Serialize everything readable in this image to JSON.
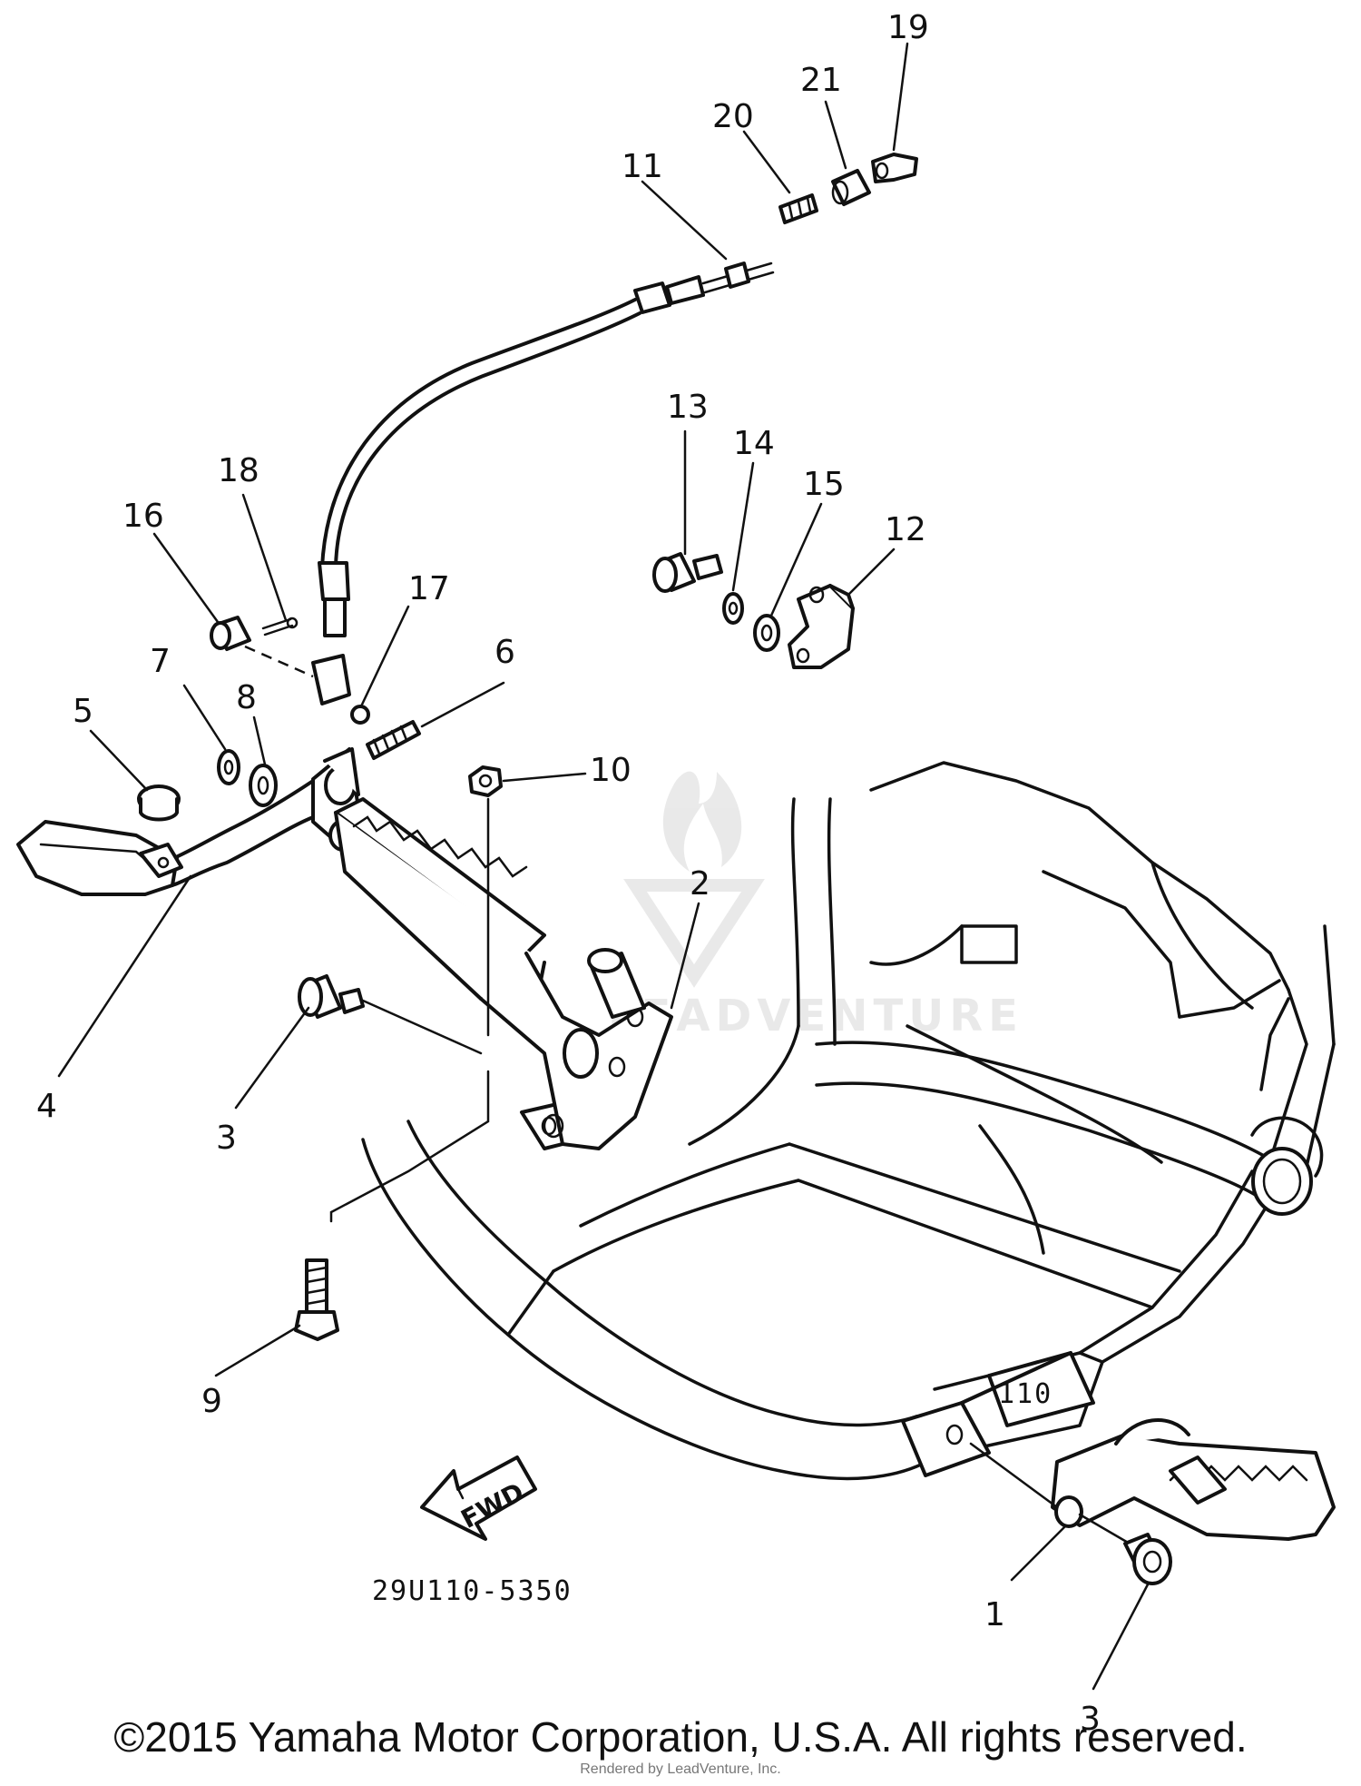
{
  "diagram": {
    "callouts": [
      {
        "id": "c19",
        "text": "19"
      },
      {
        "id": "c21",
        "text": "21"
      },
      {
        "id": "c20",
        "text": "20"
      },
      {
        "id": "c11",
        "text": "11"
      },
      {
        "id": "c13",
        "text": "13"
      },
      {
        "id": "c14",
        "text": "14"
      },
      {
        "id": "c15",
        "text": "15"
      },
      {
        "id": "c12",
        "text": "12"
      },
      {
        "id": "c18",
        "text": "18"
      },
      {
        "id": "c16",
        "text": "16"
      },
      {
        "id": "c17",
        "text": "17"
      },
      {
        "id": "c7",
        "text": "7"
      },
      {
        "id": "c6",
        "text": "6"
      },
      {
        "id": "c8",
        "text": "8"
      },
      {
        "id": "c5",
        "text": "5"
      },
      {
        "id": "c10",
        "text": "10"
      },
      {
        "id": "c2",
        "text": "2"
      },
      {
        "id": "c4",
        "text": "4"
      },
      {
        "id": "c3a",
        "text": "3"
      },
      {
        "id": "c9",
        "text": "9"
      },
      {
        "id": "c1",
        "text": "1"
      },
      {
        "id": "c3b",
        "text": "3"
      }
    ],
    "fwd_label": "FWD",
    "drawing_code": "29U110-5350",
    "frame_marking": "110"
  },
  "footer": {
    "copyright": "©2015 Yamaha Motor Corporation, U.S.A. All rights reserved.",
    "rendered_by": "Rendered by LeadVenture, Inc."
  },
  "watermark": {
    "text": "LEADVENTURE"
  }
}
